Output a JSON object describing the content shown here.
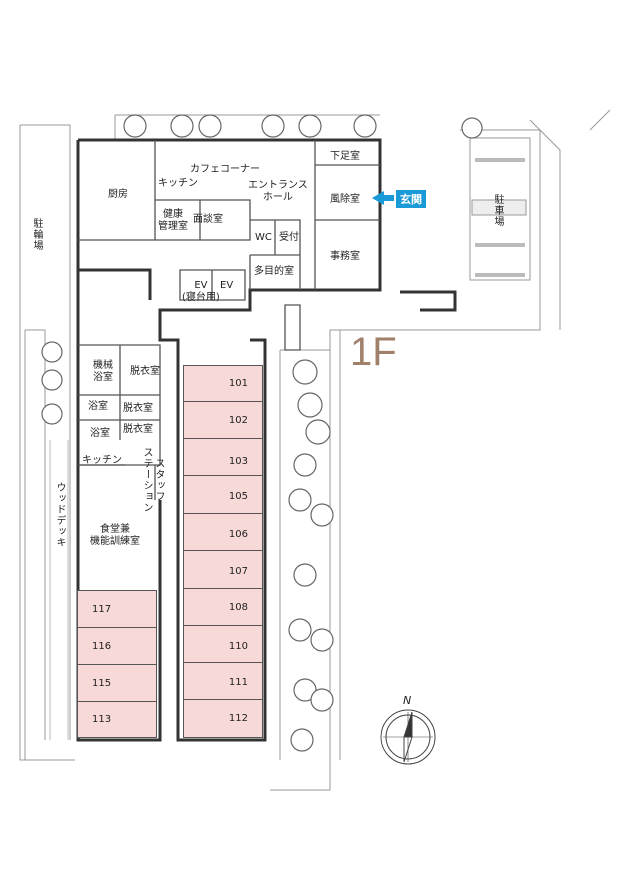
{
  "floor_label": "1F",
  "entrance": {
    "label": "玄関",
    "color": "#1a9ad6"
  },
  "compass": "N",
  "rooms": {
    "kitchen_main": "厨房",
    "cafe_corner": "カフェコーナー",
    "cafe_kitchen": "キッチン",
    "health_room": "健康\n管理室",
    "interview_room": "面談室",
    "entrance_hall": "エントランス\nホール",
    "shoe_room": "下足室",
    "windbreak_room": "風除室",
    "wc": "WC",
    "reception": "受付",
    "office": "事務室",
    "multipurpose": "多目的室",
    "ev_bed": "EV\n(寝台用)",
    "ev": "EV",
    "machine_bath": "機械\n浴室",
    "dressing1": "脱衣室",
    "bath2": "浴室",
    "dressing2": "脱衣室",
    "bath3": "浴室",
    "dressing3": "脱衣室",
    "kitchen2": "キッチン",
    "staff_station": "スタッフ\nステーション",
    "wood_deck": "ウッドデッキ",
    "dining": "食堂兼\n機能訓練室",
    "bicycle_parking": "駐輪場",
    "parking": "駐車場"
  },
  "right_units": [
    "101",
    "102",
    "103",
    "105",
    "106",
    "107",
    "108",
    "110",
    "111",
    "112"
  ],
  "left_units": [
    "117",
    "116",
    "115",
    "113"
  ],
  "colors": {
    "unit": "#f7d9d7",
    "floor_label": "#a0806a"
  }
}
